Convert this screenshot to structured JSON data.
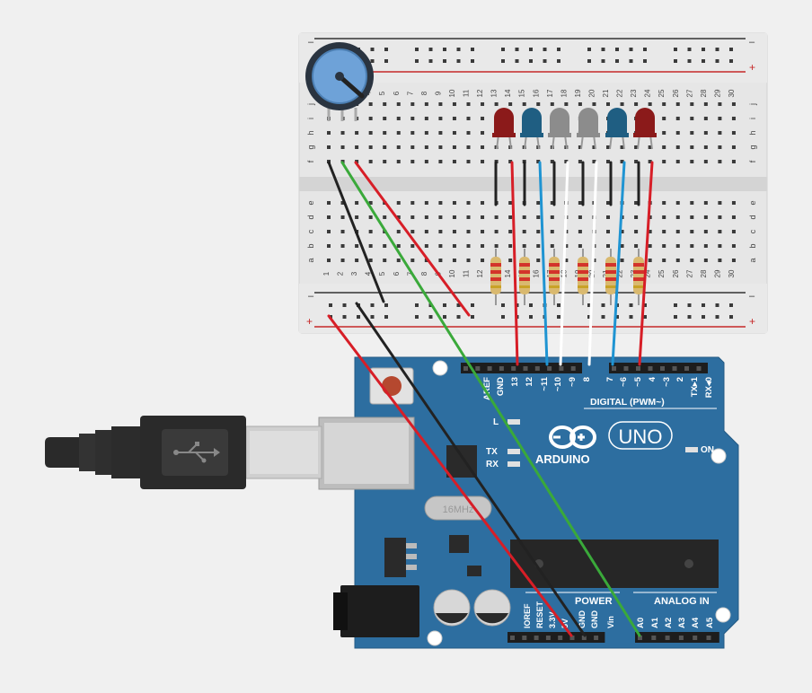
{
  "breadboard": {
    "columns": [
      "1",
      "2",
      "3",
      "4",
      "5",
      "6",
      "7",
      "8",
      "9",
      "10",
      "11",
      "12",
      "13",
      "14",
      "15",
      "16",
      "17",
      "18",
      "19",
      "20",
      "21",
      "22",
      "23",
      "24",
      "25",
      "26",
      "27",
      "28",
      "29",
      "30"
    ],
    "rows_top": [
      "j",
      "i",
      "h",
      "g",
      "f"
    ],
    "rows_bottom": [
      "e",
      "d",
      "c",
      "b",
      "a"
    ],
    "rail_minus": "–",
    "rail_plus": "+"
  },
  "arduino": {
    "brand": "ARDUINO",
    "model": "UNO",
    "on_label": "ON",
    "l_label": "L",
    "tx_label": "TX",
    "rx_label": "RX",
    "digital_title": "DIGITAL (PWM~)",
    "digital_pins": [
      "AREF",
      "GND",
      "13",
      "12",
      "~11",
      "~10",
      "~9",
      "8",
      "7",
      "~6",
      "~5",
      "4",
      "~3",
      "2",
      "TX▸1",
      "RX◂0"
    ],
    "power_title": "POWER",
    "power_pins": [
      "IOREF",
      "RESET",
      "3.3V",
      "5V",
      "GND",
      "GND",
      "Vin"
    ],
    "analog_title": "ANALOG IN",
    "analog_pins": [
      "A0",
      "A1",
      "A2",
      "A3",
      "A4",
      "A5"
    ],
    "crystal_label": "16MHz"
  },
  "colors": {
    "background": "#f0f0f0",
    "breadboard": "#e6e6e6",
    "board_blue": "#2d6ea0",
    "wire_red": "#d71e27",
    "wire_green": "#3aa93a",
    "wire_black": "#222222",
    "wire_blue": "#1f94d2",
    "wire_white": "#ffffff",
    "led_red": "#8b1a1a",
    "led_blue": "#1f5e82",
    "led_gray": "#8c8c8c",
    "pot_blue": "#6ea2d8"
  },
  "components": {
    "leds": [
      {
        "name": "led-red-1",
        "color": "red"
      },
      {
        "name": "led-blue-1",
        "color": "blue"
      },
      {
        "name": "led-gray-1",
        "color": "gray"
      },
      {
        "name": "led-gray-2",
        "color": "gray"
      },
      {
        "name": "led-blue-2",
        "color": "blue"
      },
      {
        "name": "led-red-2",
        "color": "red"
      }
    ],
    "resistor_count": 6,
    "potentiometer": "potentiometer",
    "usb_cable": "usb-cable",
    "power_jack": "power-jack"
  }
}
